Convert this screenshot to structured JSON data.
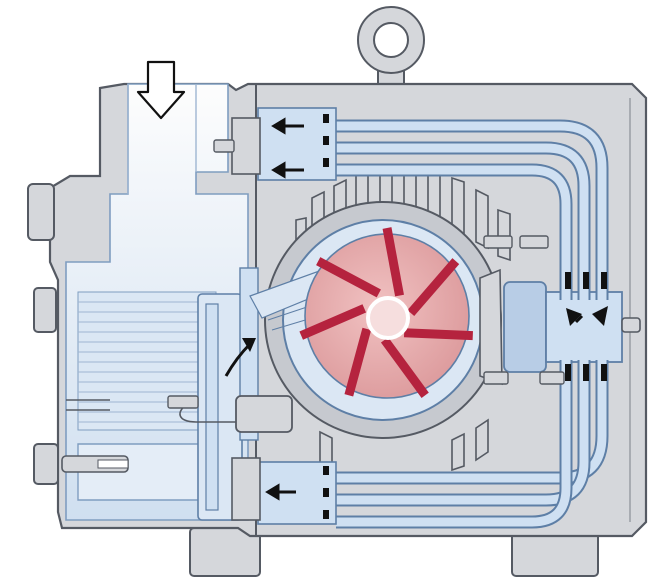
{
  "diagram": {
    "kind": "cutaway",
    "colors": {
      "casing": "#d5d7db",
      "casing_dark": "#b9bcc2",
      "outline": "#555a63",
      "channel_fill": "#cfe0f2",
      "channel_stroke": "#5e7fa6",
      "rotor": "#e6a9aa",
      "vane": "#b5233e",
      "arrow": "#111111",
      "background": "#ffffff"
    },
    "rotor_vane_count": 7,
    "parts": [
      "lifting-eye",
      "inlet-port",
      "inlet-arrow",
      "filter-chamber",
      "cooling-fins",
      "rotor",
      "rotor-vanes",
      "rotor-shaft",
      "outlet-valve-block",
      "flow-channels",
      "mounting-feet"
    ]
  }
}
